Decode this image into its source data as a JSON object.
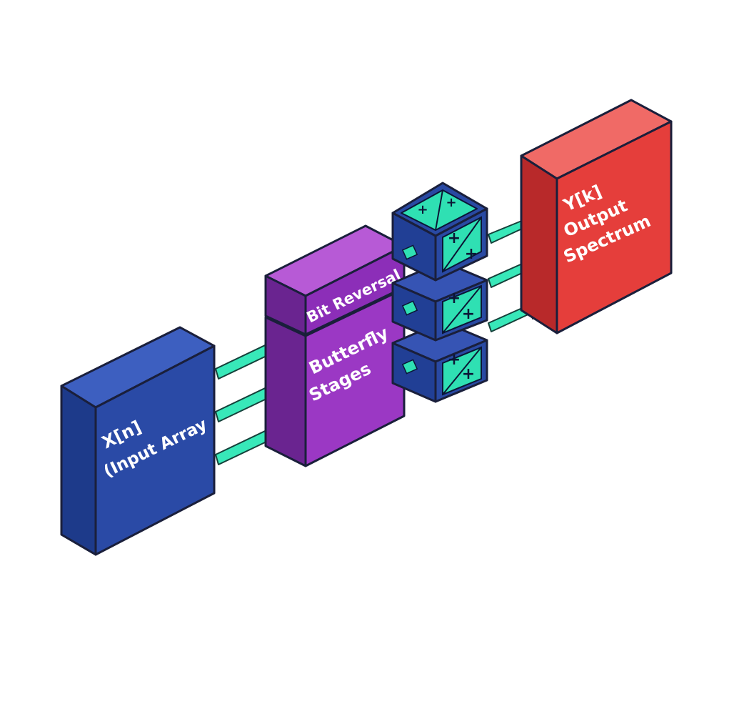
{
  "blocks": {
    "input": {
      "line1": "X[n]",
      "line2": "(Input Array"
    },
    "bit_reversal": {
      "label": "Bit Reversal"
    },
    "butterfly": {
      "line1": "Butterfly",
      "line2": "Stages"
    },
    "output": {
      "line1": "Y[k]",
      "line2": "Output",
      "line3": "Spectrum"
    }
  },
  "butterfly_units": [
    {
      "glyphs": [
        "+",
        "+",
        "+",
        "+"
      ]
    },
    {
      "glyphs": [
        "+",
        "+"
      ]
    },
    {
      "glyphs": [
        "+",
        "+"
      ]
    }
  ],
  "colors": {
    "input_block": "#2a4aa6",
    "processing_block": "#9b38c4",
    "butterfly_unit": "#2949a3",
    "butterfly_face": "#2fe0b3",
    "output_block": "#e53e3b",
    "arrow": "#38e8b9",
    "outline": "#1a1f3b"
  },
  "icons": {
    "arrow": "arrow-right-icon",
    "glyph": "plus-icon"
  }
}
